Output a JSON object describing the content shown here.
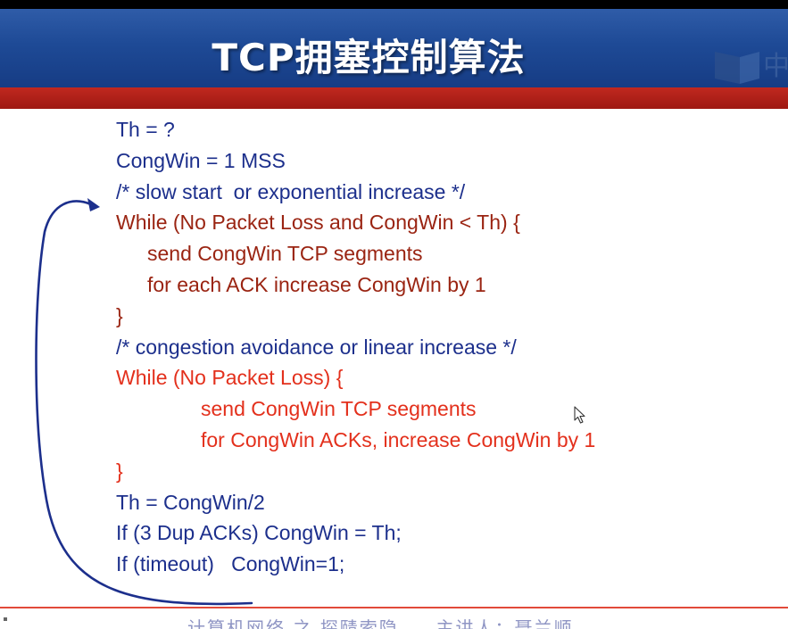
{
  "slide": {
    "title": "TCP拥塞控制算法",
    "logo_glyph": "中",
    "footer": "计算机网络 之 探赜索隐     主讲人：聂兰顺"
  },
  "code_lines": [
    {
      "text": "Th = ?",
      "color": "blue",
      "indent": 0
    },
    {
      "text": "CongWin = 1 MSS",
      "color": "blue",
      "indent": 0
    },
    {
      "text": "/* slow start  or exponential increase */",
      "color": "blue",
      "indent": 0
    },
    {
      "text": "While (No Packet Loss and CongWin < Th) {",
      "color": "dark-red",
      "indent": 0
    },
    {
      "text": "send CongWin TCP segments",
      "color": "dark-red",
      "indent": 1
    },
    {
      "text": "for each ACK increase CongWin by 1",
      "color": "dark-red",
      "indent": 1
    },
    {
      "text": "}",
      "color": "dark-red",
      "indent": 0
    },
    {
      "text": "/* congestion avoidance or linear increase */",
      "color": "blue",
      "indent": 0
    },
    {
      "text": "While (No Packet Loss) {",
      "color": "red",
      "indent": 0
    },
    {
      "text": "send CongWin TCP segments",
      "color": "red",
      "indent": 2
    },
    {
      "text": "for CongWin ACKs, increase CongWin by 1",
      "color": "red",
      "indent": 2
    },
    {
      "text": "}",
      "color": "red",
      "indent": 0
    },
    {
      "text": "Th = CongWin/2",
      "color": "blue",
      "indent": 0
    },
    {
      "text": "If (3 Dup ACKs) CongWin = Th;",
      "color": "blue",
      "indent": 0
    },
    {
      "text": "If (timeout)   CongWin=1;",
      "color": "blue",
      "indent": 0
    }
  ],
  "colors": {
    "header_blue": "#1e4a96",
    "band_red": "#b0201a",
    "text_blue": "#1c2f8c",
    "text_dark_red": "#9a2412",
    "text_red": "#e3301c",
    "arrow": "#1c2f8c"
  },
  "icons": {
    "loop": "loop-back-arrow-icon",
    "cursor": "mouse-cursor-icon",
    "logo": "book-logo-icon"
  }
}
